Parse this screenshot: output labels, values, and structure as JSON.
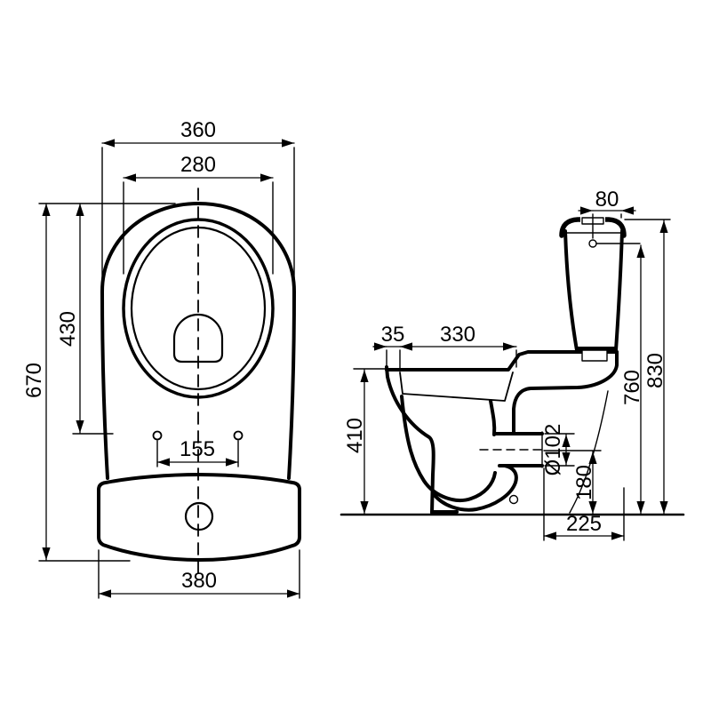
{
  "colors": {
    "background": "#ffffff",
    "line": "#000000"
  },
  "plan_view": {
    "overall_width": "360",
    "seat_width": "280",
    "front_to_fixing_holes": "430",
    "overall_length": "670",
    "fixing_hole_spacing": "155",
    "base_width": "380"
  },
  "side_view": {
    "cistern_top_depth": "80",
    "rim_front_ledge": "35",
    "bowl_opening_length": "330",
    "rim_height": "410",
    "outlet_diameter": "Ø102",
    "outlet_centre_height": "180",
    "overall_height": "830",
    "flush_button_height": "760",
    "outlet_projection": "225"
  }
}
